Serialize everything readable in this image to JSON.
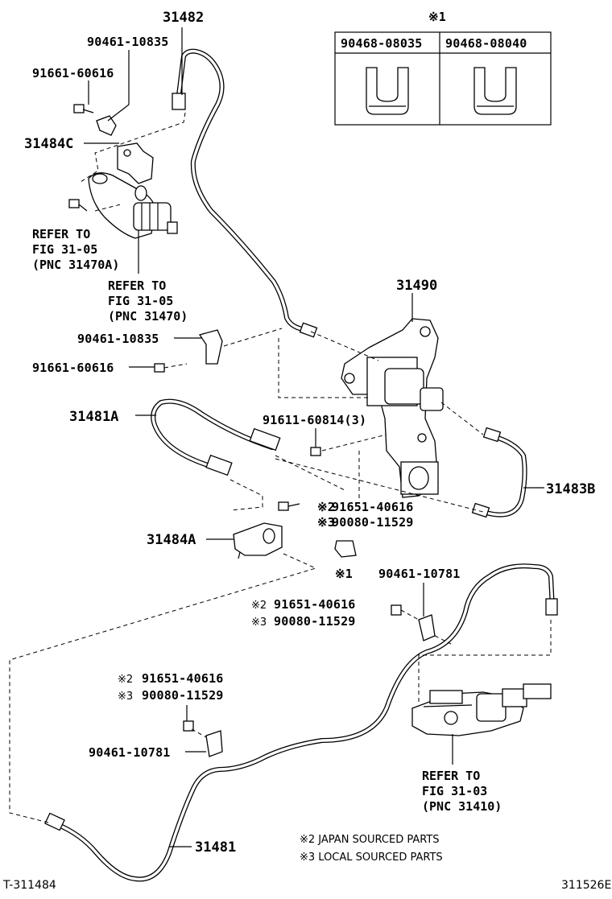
{
  "parts": {
    "p31482": "31482",
    "p90461_10835_top": "90461-10835",
    "p91661_60616_top": "91661-60616",
    "p31484C": "31484C",
    "p31490": "31490",
    "p90461_10835_mid": "90461-10835",
    "p91661_60616_mid": "91661-60616",
    "p31481A": "31481A",
    "p91611_60814": "91611-60814(3)",
    "p31483B": "31483B",
    "p31484A": "31484A",
    "p91651_40616_a": "91651-40616",
    "p90080_11529_a": "90080-11529",
    "p90461_10781_a": "90461-10781",
    "p91651_40616_b": "91651-40616",
    "p90080_11529_b": "90080-11529",
    "p91651_40616_c": "91651-40616",
    "p90080_11529_c": "90080-11529",
    "p90461_10781_b": "90461-10781",
    "p31481": "31481"
  },
  "marks": {
    "m1": "※1",
    "m1_clip": "※1",
    "m2a": "※2",
    "m3a": "※3",
    "m2b": "※2",
    "m3b": "※3",
    "m2c": "※2",
    "m3c": "※3"
  },
  "table": {
    "col1": "90468-08035",
    "col2": "90468-08040"
  },
  "refs": {
    "ref_a": [
      "REFER TO",
      "FIG 31-05",
      "(PNC 31470A)"
    ],
    "ref_b": [
      "REFER TO",
      "FIG 31-05",
      "(PNC 31470)"
    ],
    "ref_c": [
      "REFER TO",
      "FIG 31-03",
      "(PNC 31410)"
    ]
  },
  "notes": {
    "n2": "※2 JAPAN SOURCED PARTS",
    "n3": "※3 LOCAL SOURCED PARTS"
  },
  "corners": {
    "left": "T-311484",
    "right": "311526E"
  }
}
